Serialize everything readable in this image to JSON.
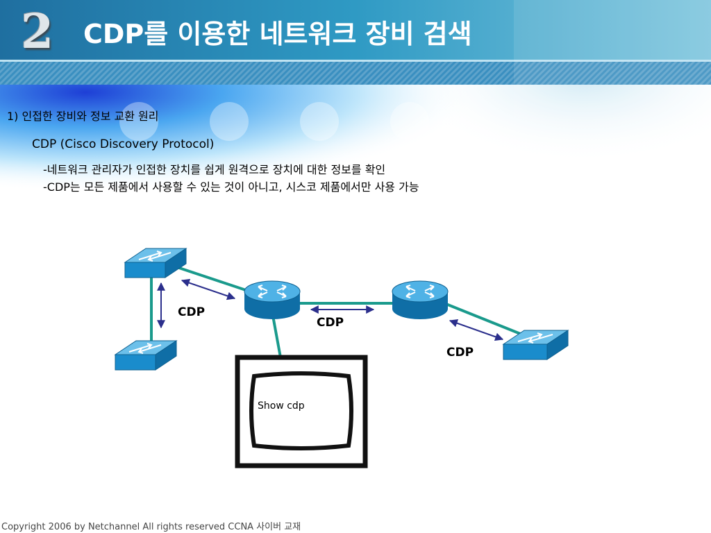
{
  "header": {
    "number": "2",
    "title": "CDP를 이용한 네트워크 장비 검색"
  },
  "content": {
    "section_heading": "1) 인접한 장비와 정보 교환 원리",
    "protocol_name": "CDP (Cisco Discovery Protocol)",
    "bullets": [
      "-네트워크 관리자가 인접한 장치를 쉽게 원격으로 장치에 대한 정보를 확인",
      "-CDP는 모든 제품에서 사용할 수 있는 것이 아니고, 시스코 제품에서만 사용 가능"
    ]
  },
  "diagram": {
    "cdp_labels": [
      "CDP",
      "CDP",
      "CDP"
    ],
    "monitor_text": "Show cdp",
    "devices": [
      "switch",
      "switch",
      "router",
      "router",
      "switch"
    ],
    "colors": {
      "device": "#1a8ccc",
      "link": "#1a9a8c",
      "arrow": "#2b2f8c"
    }
  },
  "footer": {
    "copyright": "Copyright 2006 by Netchannel All rights reserved CCNA 사이버 교재"
  }
}
